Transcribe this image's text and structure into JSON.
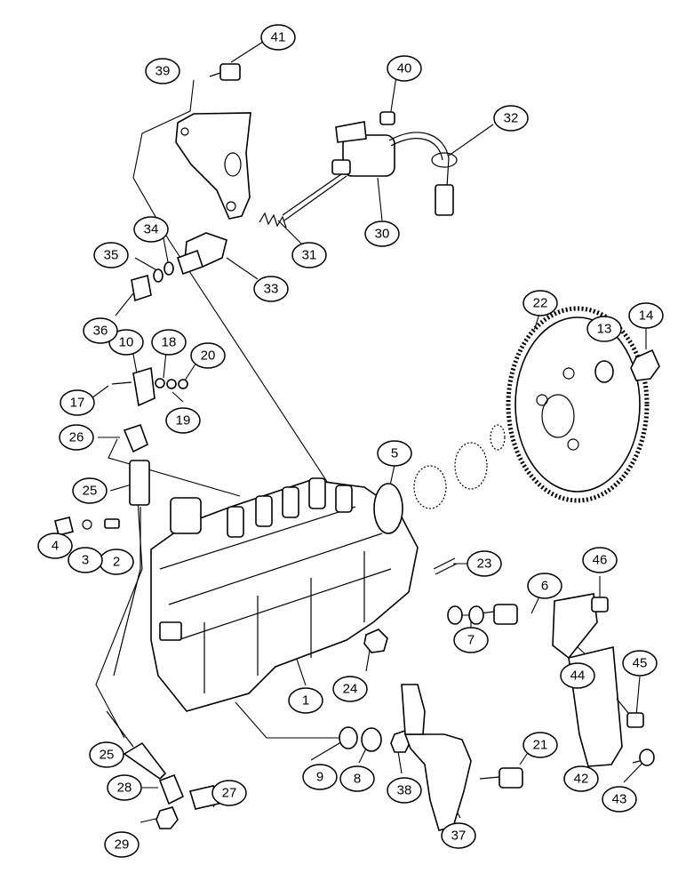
{
  "diagram": {
    "callouts": [
      {
        "id": "c1",
        "label": "1"
      },
      {
        "id": "c2",
        "label": "2"
      },
      {
        "id": "c3",
        "label": "3"
      },
      {
        "id": "c4",
        "label": "4"
      },
      {
        "id": "c5",
        "label": "5"
      },
      {
        "id": "c6",
        "label": "6"
      },
      {
        "id": "c7",
        "label": "7"
      },
      {
        "id": "c8",
        "label": "8"
      },
      {
        "id": "c9",
        "label": "9"
      },
      {
        "id": "c10",
        "label": "10"
      },
      {
        "id": "c13",
        "label": "13"
      },
      {
        "id": "c14",
        "label": "14"
      },
      {
        "id": "c17",
        "label": "17"
      },
      {
        "id": "c18",
        "label": "18"
      },
      {
        "id": "c19",
        "label": "19"
      },
      {
        "id": "c20",
        "label": "20"
      },
      {
        "id": "c21",
        "label": "21"
      },
      {
        "id": "c22",
        "label": "22"
      },
      {
        "id": "c23",
        "label": "23"
      },
      {
        "id": "c24",
        "label": "24"
      },
      {
        "id": "c25a",
        "label": "25"
      },
      {
        "id": "c25b",
        "label": "25"
      },
      {
        "id": "c26",
        "label": "26"
      },
      {
        "id": "c27",
        "label": "27"
      },
      {
        "id": "c28",
        "label": "28"
      },
      {
        "id": "c29",
        "label": "29"
      },
      {
        "id": "c30",
        "label": "30"
      },
      {
        "id": "c31",
        "label": "31"
      },
      {
        "id": "c32",
        "label": "32"
      },
      {
        "id": "c33",
        "label": "33"
      },
      {
        "id": "c34",
        "label": "34"
      },
      {
        "id": "c35",
        "label": "35"
      },
      {
        "id": "c36",
        "label": "36"
      },
      {
        "id": "c37",
        "label": "37"
      },
      {
        "id": "c38",
        "label": "38"
      },
      {
        "id": "c39",
        "label": "39"
      },
      {
        "id": "c40",
        "label": "40"
      },
      {
        "id": "c41",
        "label": "41"
      },
      {
        "id": "c42",
        "label": "42"
      },
      {
        "id": "c43",
        "label": "43"
      },
      {
        "id": "c44",
        "label": "44"
      },
      {
        "id": "c45",
        "label": "45"
      },
      {
        "id": "c46",
        "label": "46"
      }
    ]
  }
}
